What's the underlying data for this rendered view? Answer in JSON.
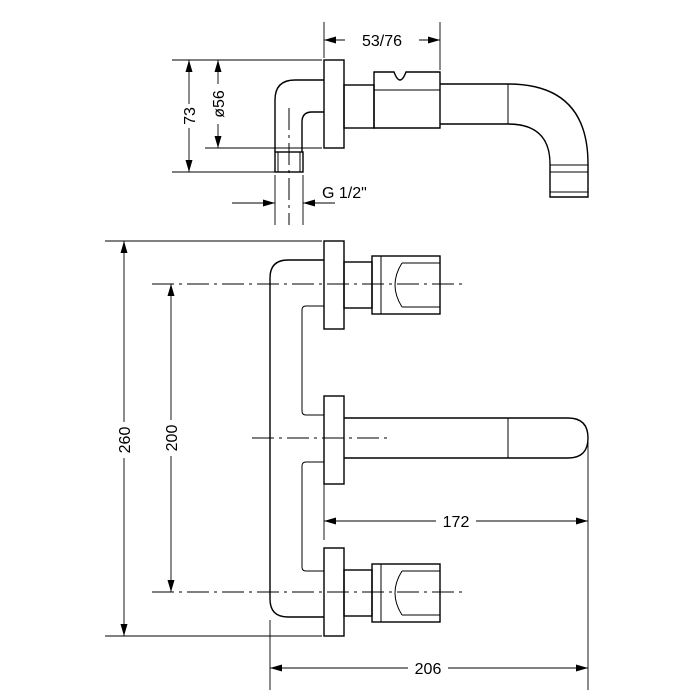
{
  "dimensions": {
    "top_width": "53/76",
    "top_height": "73",
    "top_diameter": "ø56",
    "thread": "G 1/2\"",
    "total_height": "260",
    "handle_spacing": "200",
    "spout_projection": "172",
    "total_depth": "206"
  }
}
